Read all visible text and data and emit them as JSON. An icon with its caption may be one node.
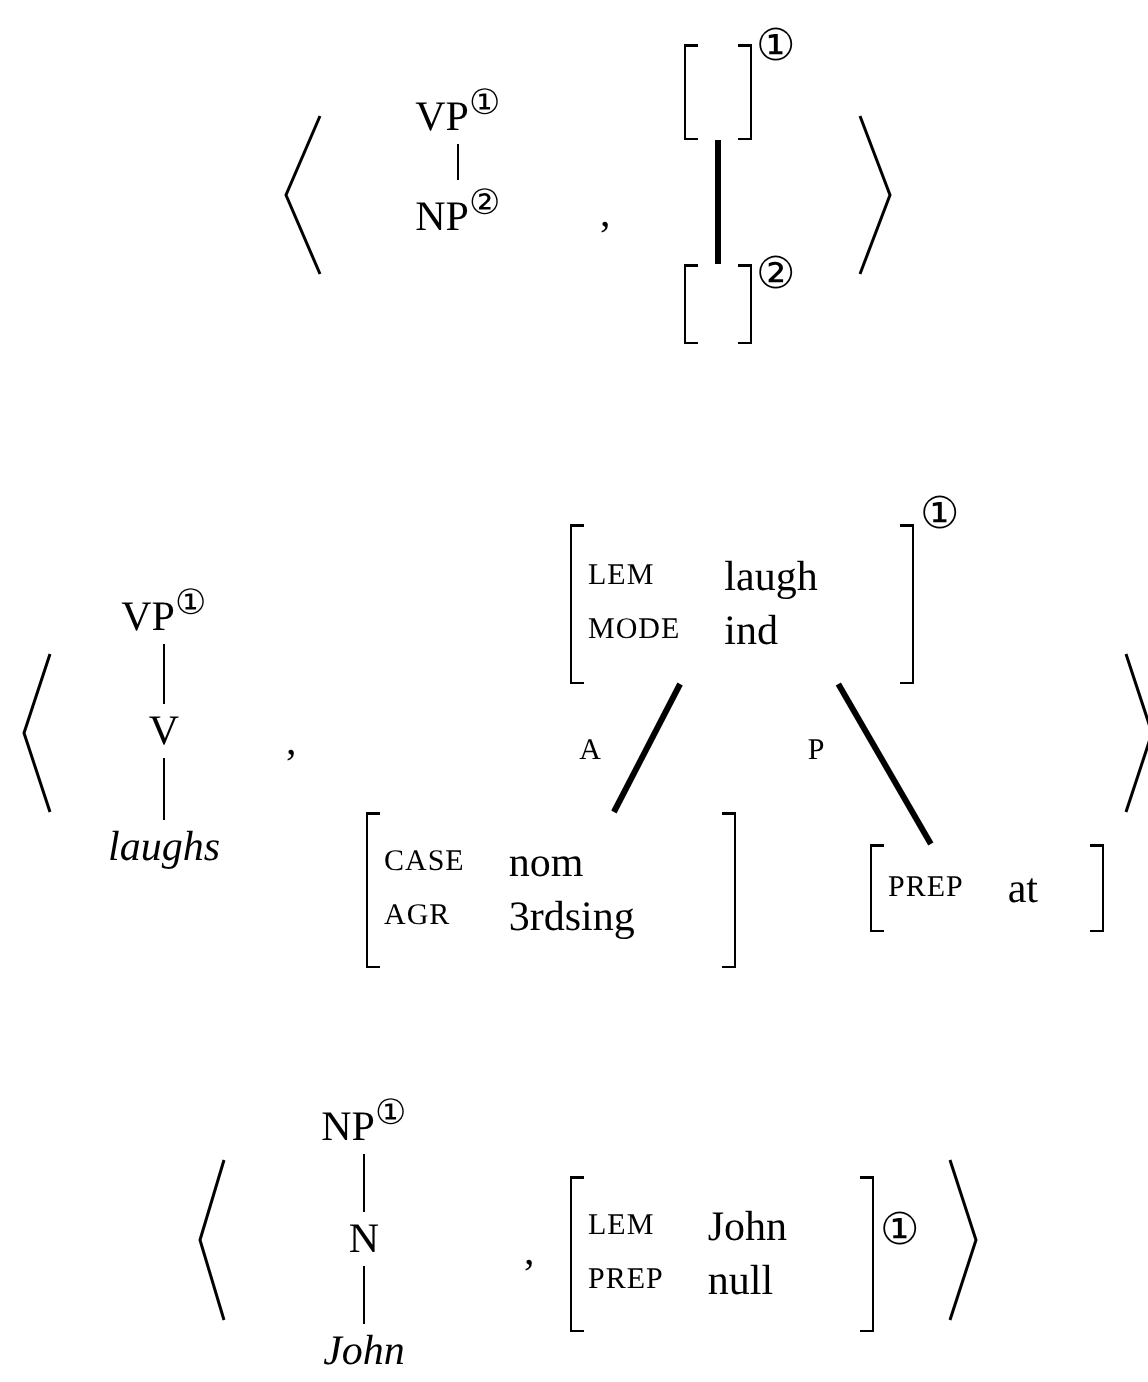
{
  "diagram": {
    "nodes": [
      {
        "text": [
          "VP$^{①}$"
        ]
      },
      {
        "text": [
          "NP$^{②}$"
        ]
      },
      {
        "text": [],
        "shape": "box",
        "beside": [
          "①"
        ]
      },
      {
        "text": [],
        "shape": "box",
        "beside": [
          "②"
        ]
      },
      {
        "text": [
          "VP$^{①}$"
        ]
      },
      {
        "text": [
          "V"
        ]
      },
      {
        "text": [
          "laughs"
        ]
      },
      {
        "text": [
          "LEM",
          "laugh",
          "MODE",
          "ind"
        ],
        "beside": [
          "①"
        ]
      },
      {
        "text": [
          "CASE",
          "nom",
          "AGR",
          "3rdsing"
        ]
      },
      {
        "text": [
          "PREP",
          "at"
        ]
      },
      {
        "text": [
          "NP$^{①}$"
        ]
      },
      {
        "text": [
          "N"
        ]
      },
      {
        "text": [
          "John"
        ]
      },
      {
        "text": [
          "LEM",
          "John",
          "PREP",
          "null"
        ],
        "beside": [
          "①"
        ]
      }
    ],
    "edges": [
      {
        "from": 0,
        "to": 1,
        "arrow": "none"
      },
      {
        "from": 2,
        "to": 3,
        "arrow": "none",
        "style": "thick"
      },
      {
        "from": 4,
        "to": 5,
        "arrow": "none"
      },
      {
        "from": 5,
        "to": 6,
        "arrow": "none"
      },
      {
        "from": 7,
        "to": 8,
        "arrow": "none",
        "label": "A",
        "style": "thick"
      },
      {
        "from": 7,
        "to": 9,
        "arrow": "none",
        "label": "P",
        "style": "thick"
      },
      {
        "from": 10,
        "to": 11,
        "arrow": "none"
      },
      {
        "from": 11,
        "to": 12,
        "arrow": "none"
      }
    ],
    "labels": [
      ",",
      ",",
      ","
    ]
  }
}
